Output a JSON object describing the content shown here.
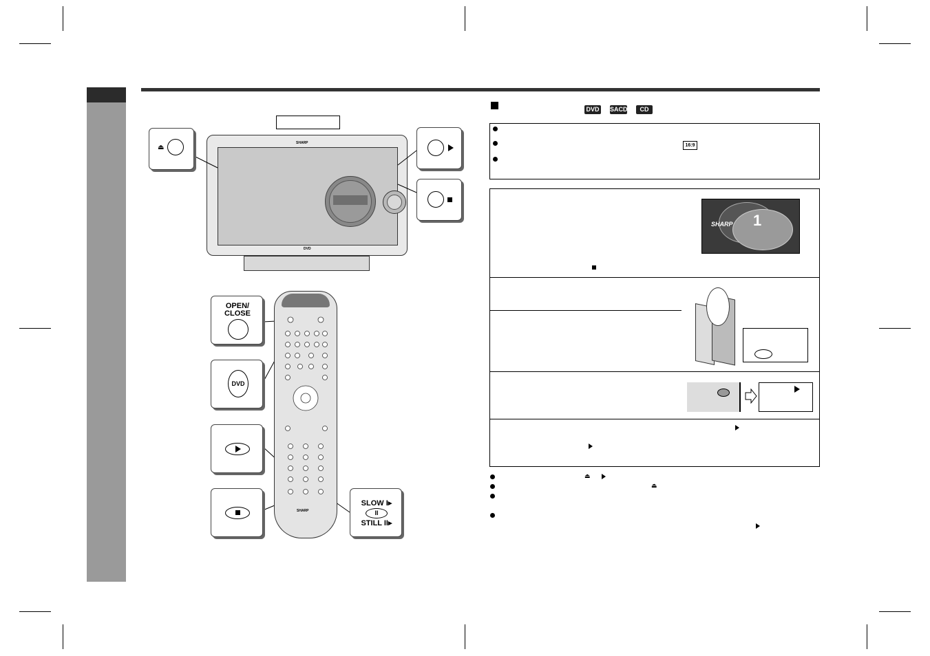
{
  "remote": {
    "open_close_label": "OPEN/\nCLOSE",
    "dvd_label": "DVD",
    "slow_label": "SLOW I▸",
    "still_label": "STILL II▸",
    "pause_symbol": "II",
    "brand": "SHARP"
  },
  "unit": {
    "brand": "SHARP",
    "dvd_logo": "DVD"
  },
  "section": {
    "disc_badges": [
      "DVD",
      "SACD",
      "CD"
    ],
    "aspect_badge": "16:9"
  },
  "illustrations": {
    "onebit_brand": "SHARP",
    "onebit_mark": "1"
  }
}
